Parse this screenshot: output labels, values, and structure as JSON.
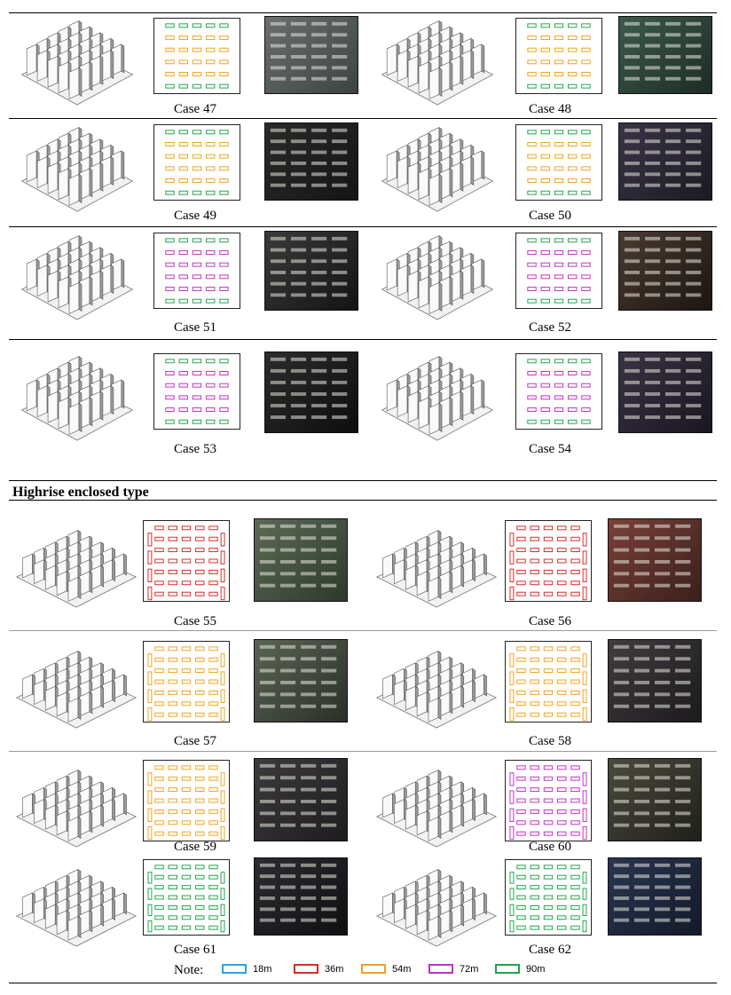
{
  "section_title": "Highrise enclosed type",
  "note_label": "Note:",
  "legend": [
    {
      "label": "18m",
      "color": "#2aa7df"
    },
    {
      "label": "36m",
      "color": "#d92a2a"
    },
    {
      "label": "54m",
      "color": "#f1a21c"
    },
    {
      "label": "72m",
      "color": "#c231c2"
    },
    {
      "label": "90m",
      "color": "#1fa54a"
    }
  ],
  "cases": [
    {
      "label": "Case 47",
      "color": "#f1a21c",
      "edge": "#1fa54a",
      "sat": [
        "#6b6f6e",
        "#3c4442"
      ]
    },
    {
      "label": "Case 48",
      "color": "#f1a21c",
      "edge": "#1fa54a",
      "sat": [
        "#3c5a4a",
        "#1e2c26"
      ]
    },
    {
      "label": "Case 49",
      "color": "#f1a21c",
      "edge": "#1fa54a",
      "sat": [
        "#2a2a2a",
        "#151515"
      ]
    },
    {
      "label": "Case 50",
      "color": "#f1a21c",
      "edge": "#1fa54a",
      "sat": [
        "#3a3446",
        "#1c1a22"
      ]
    },
    {
      "label": "Case 51",
      "color": "#c231c2",
      "edge": "#1fa54a",
      "sat": [
        "#3a3a3a",
        "#141414"
      ]
    },
    {
      "label": "Case 52",
      "color": "#c231c2",
      "edge": "#1fa54a",
      "sat": [
        "#4a3a30",
        "#1c1612"
      ]
    },
    {
      "label": "Case 53",
      "color": "#c231c2",
      "edge": "#1fa54a",
      "sat": [
        "#2c2c2c",
        "#0e0e0e"
      ]
    },
    {
      "label": "Case 54",
      "color": "#c231c2",
      "edge": "#1fa54a",
      "sat": [
        "#3b3344",
        "#1a1620"
      ]
    },
    {
      "label": "Case 55",
      "color": "#d92a2a",
      "edge": "#d92a2a",
      "sat": [
        "#5b6a55",
        "#2d3a2b"
      ]
    },
    {
      "label": "Case 56",
      "color": "#d92a2a",
      "edge": "#d92a2a",
      "sat": [
        "#7a4038",
        "#3a201c"
      ]
    },
    {
      "label": "Case 57",
      "color": "#f1a21c",
      "edge": "#f1a21c",
      "sat": [
        "#5a6454",
        "#2a3028"
      ]
    },
    {
      "label": "Case 58",
      "color": "#f1a21c",
      "edge": "#f1a21c",
      "sat": [
        "#403c40",
        "#1c1a1c"
      ]
    },
    {
      "label": "Case 59",
      "color": "#f1a21c",
      "edge": "#f1a21c",
      "sat": [
        "#3c3a3c",
        "#1e1c1e"
      ]
    },
    {
      "label": "Case 60",
      "color": "#c231c2",
      "edge": "#c231c2",
      "sat": [
        "#4a4a3e",
        "#20201a"
      ]
    },
    {
      "label": "Case 61",
      "color": "#1fa54a",
      "edge": "#1fa54a",
      "sat": [
        "#2a2c30",
        "#0f1012"
      ]
    },
    {
      "label": "Case 62",
      "color": "#1fa54a",
      "edge": "#1fa54a",
      "sat": [
        "#2a3550",
        "#121a2a"
      ]
    }
  ]
}
